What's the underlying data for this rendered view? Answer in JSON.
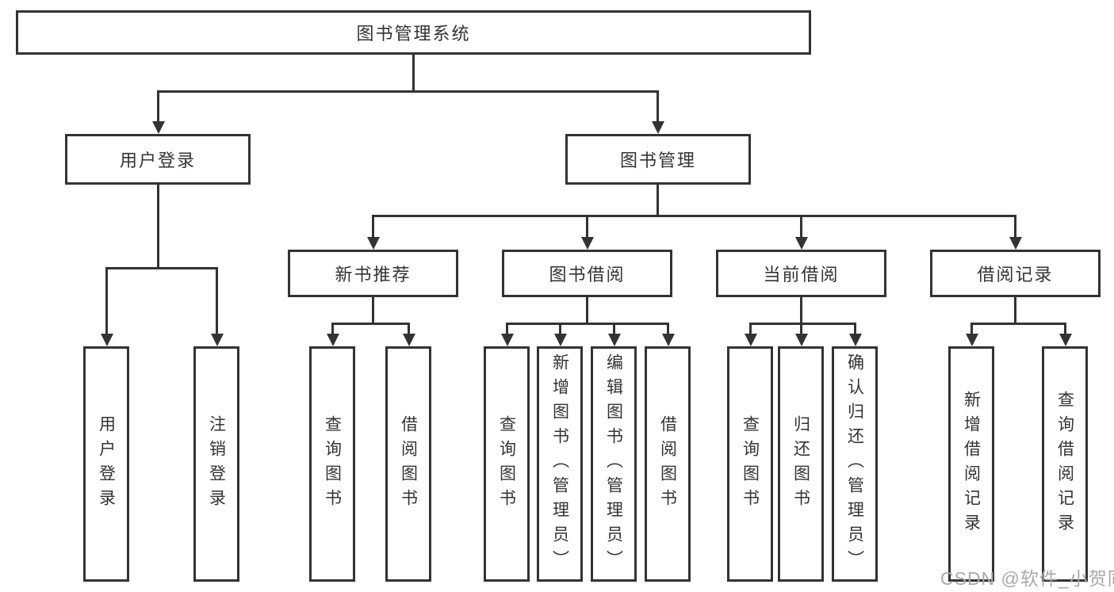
{
  "diagram": {
    "title_node": {
      "label": "图书管理系统"
    },
    "level2": {
      "user_login": {
        "label": "用户登录"
      },
      "book_management": {
        "label": "图书管理"
      }
    },
    "level3": {
      "new_book_recommend": {
        "label": "新书推荐"
      },
      "book_borrow": {
        "label": "图书借阅"
      },
      "current_borrow": {
        "label": "当前借阅"
      },
      "borrow_records": {
        "label": "借阅记录"
      }
    },
    "leaves": {
      "user": [
        "用户登录",
        "注销登录"
      ],
      "recommend": [
        "查询图书",
        "借阅图书"
      ],
      "borrow": [
        "查询图书",
        "新增图书（管理员）",
        "编辑图书（管理员）",
        "借阅图书"
      ],
      "current": [
        "查询图书",
        "归还图书",
        "确认归还（管理员）"
      ],
      "records": [
        "新增借阅记录",
        "查询借阅记录"
      ]
    }
  },
  "watermark": "CSDN @软件_小贺同学",
  "colors": {
    "line": "#333333",
    "text": "#333333",
    "watermark": "#a9a9a9",
    "background": "#ffffff"
  }
}
